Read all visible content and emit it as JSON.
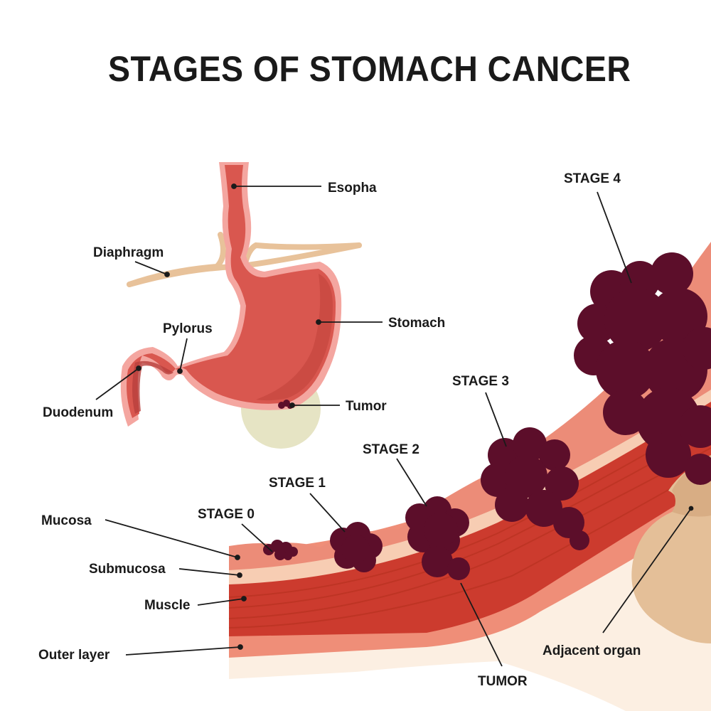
{
  "title": "STAGES OF STOMACH CANCER",
  "anatomy_labels": {
    "esophagus": "Esopha",
    "diaphragm": "Diaphragm",
    "stomach": "Stomach",
    "pylorus": "Pylorus",
    "duodenum": "Duodenum",
    "tumor": "Tumor"
  },
  "layer_labels": {
    "mucosa": "Mucosa",
    "submucosa": "Submucosa",
    "muscle": "Muscle",
    "outer_layer": "Outer layer"
  },
  "stages": [
    {
      "label": "STAGE 0"
    },
    {
      "label": "STAGE 1"
    },
    {
      "label": "STAGE 2"
    },
    {
      "label": "STAGE 3"
    },
    {
      "label": "STAGE 4"
    }
  ],
  "bottom_labels": {
    "tumor": "TUMOR",
    "adjacent_organ": "Adjacent organ"
  },
  "colors": {
    "stomach_fill": "#d9574f",
    "stomach_dark": "#b8403c",
    "stomach_lining": "#f4a6a0",
    "diaphragm": "#e8c29a",
    "lymph": "#e6e4c4",
    "tumor": "#5c0e2a",
    "tumor_dark": "#420a1f",
    "mucosa": "#ec8c78",
    "submucosa": "#f7cdb3",
    "muscle": "#cc3b2e",
    "outer": "#ef8e78",
    "serosa": "#fcefe2",
    "adjacent_organ": "#e4bf98"
  }
}
